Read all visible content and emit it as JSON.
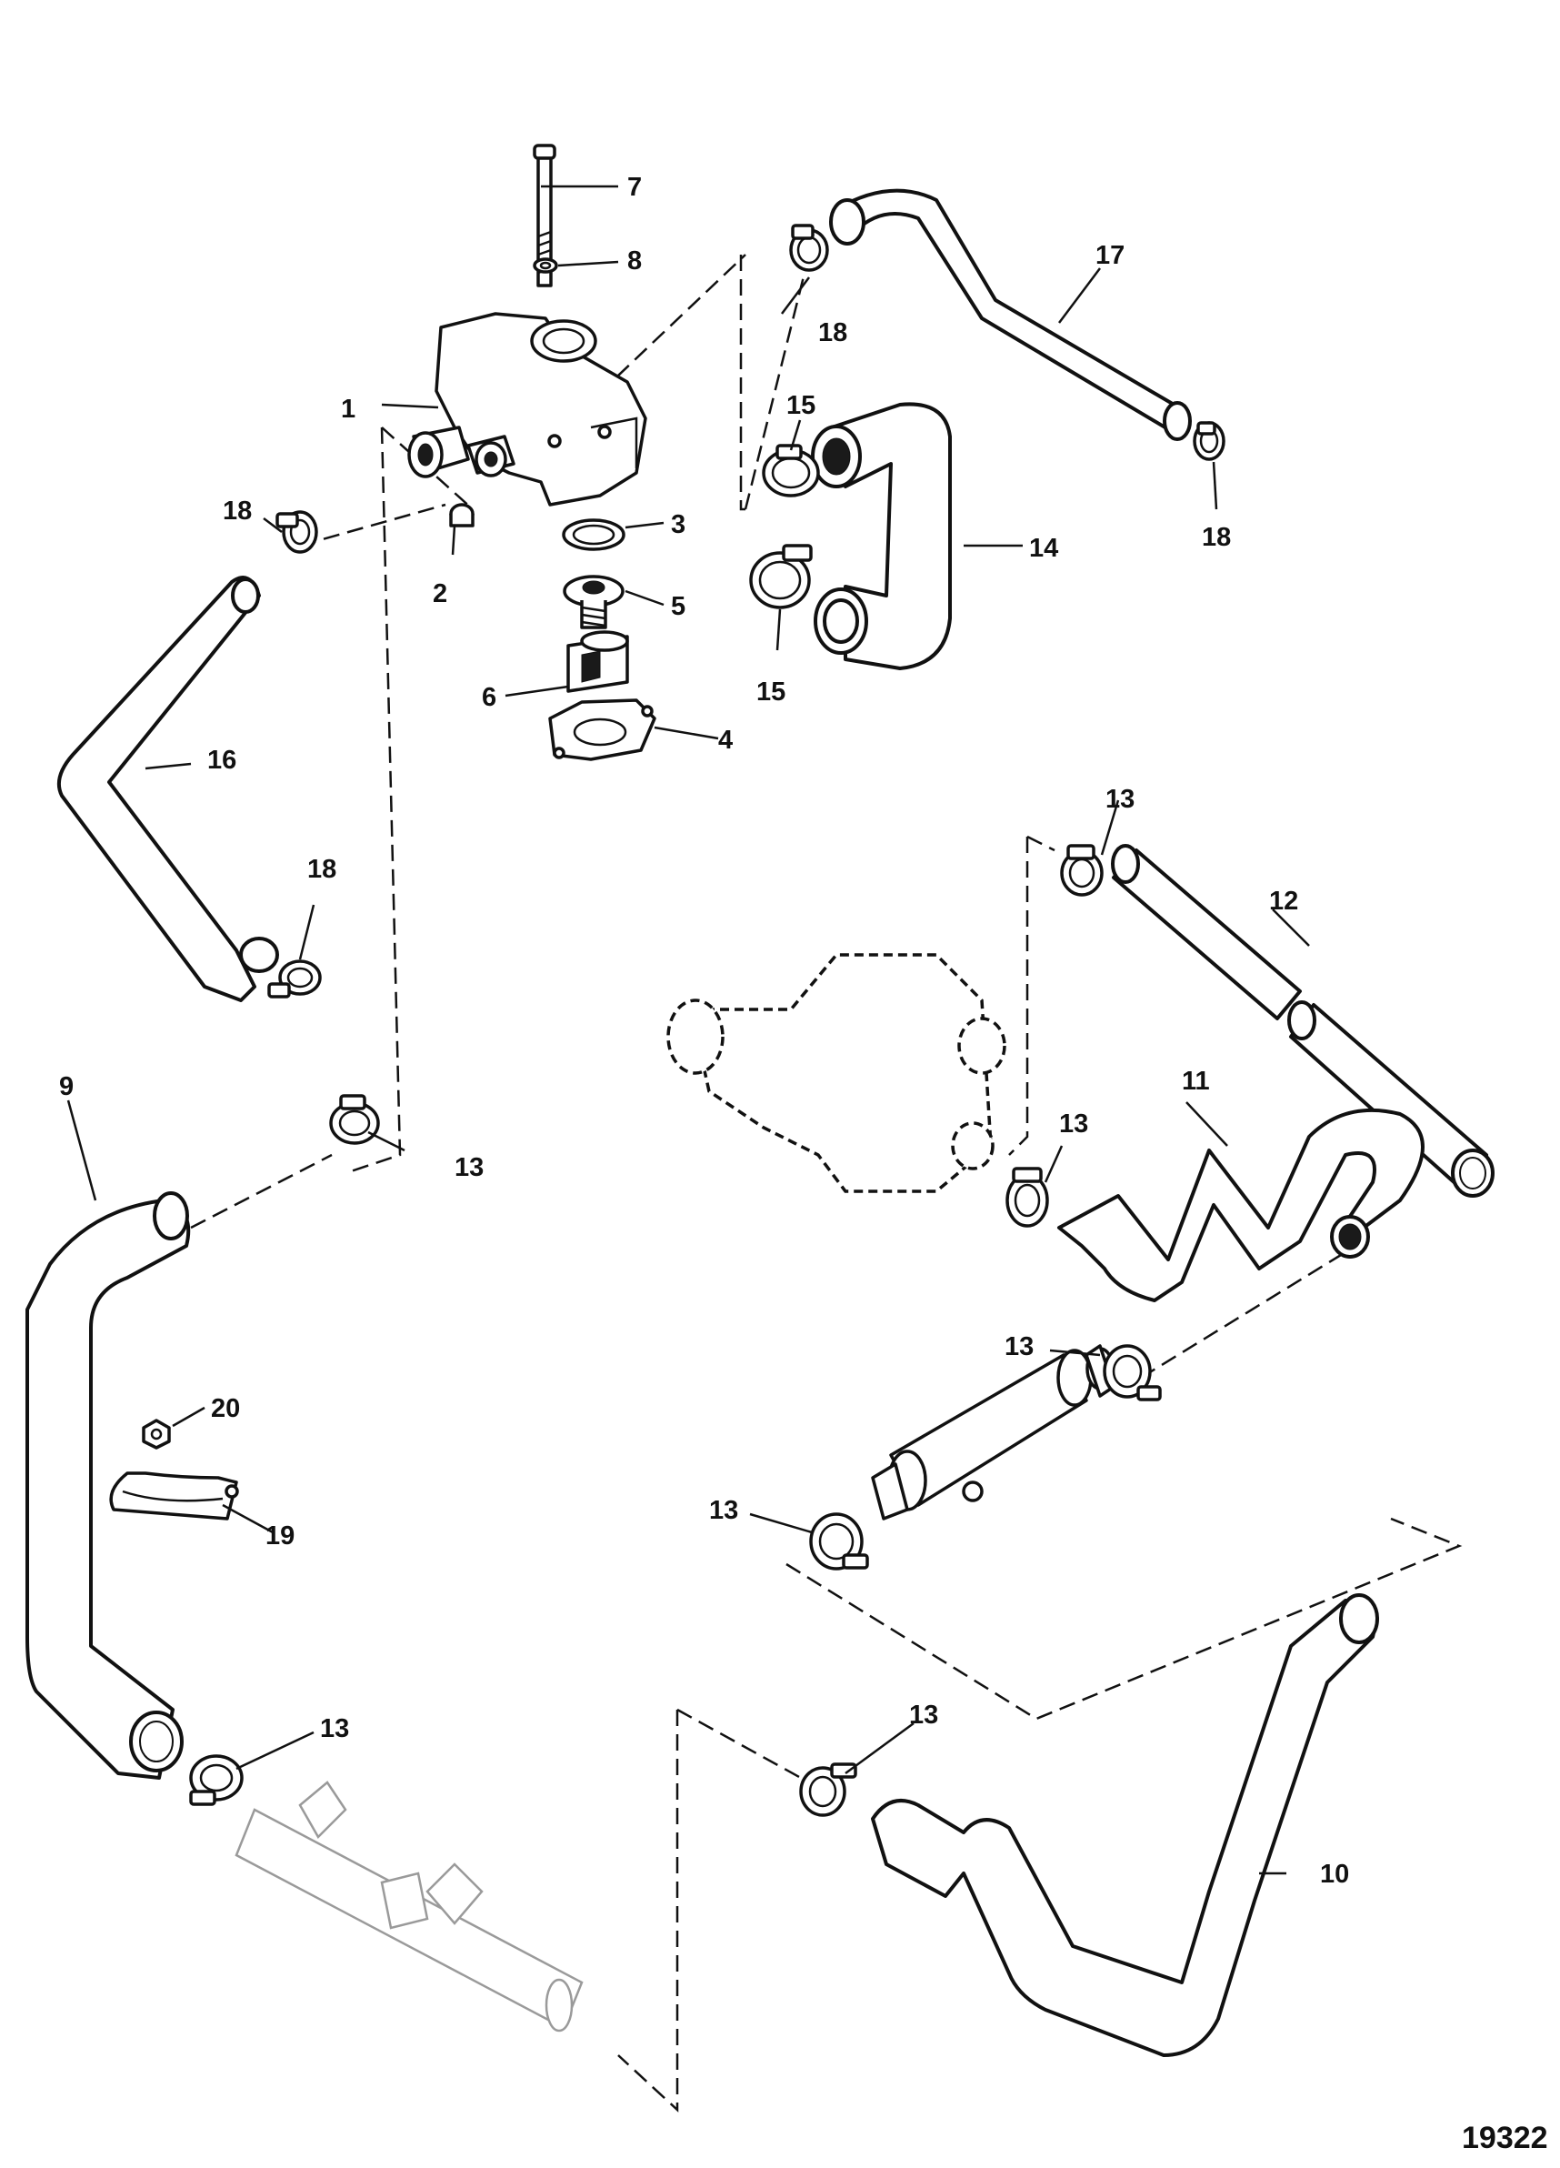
{
  "figure_number": "19322",
  "callouts": {
    "c1": "1",
    "c2": "2",
    "c3": "3",
    "c4": "4",
    "c5": "5",
    "c6": "6",
    "c7": "7",
    "c8": "8",
    "c9": "9",
    "c10": "10",
    "c11": "11",
    "c12": "12",
    "c13a": "13",
    "c13b": "13",
    "c13c": "13",
    "c13d": "13",
    "c13e": "13",
    "c13f": "13",
    "c13g": "13",
    "c14": "14",
    "c15a": "15",
    "c15b": "15",
    "c16": "16",
    "c17": "17",
    "c18a": "18",
    "c18b": "18",
    "c18c": "18",
    "c18d": "18",
    "c19": "19",
    "c20": "20"
  }
}
